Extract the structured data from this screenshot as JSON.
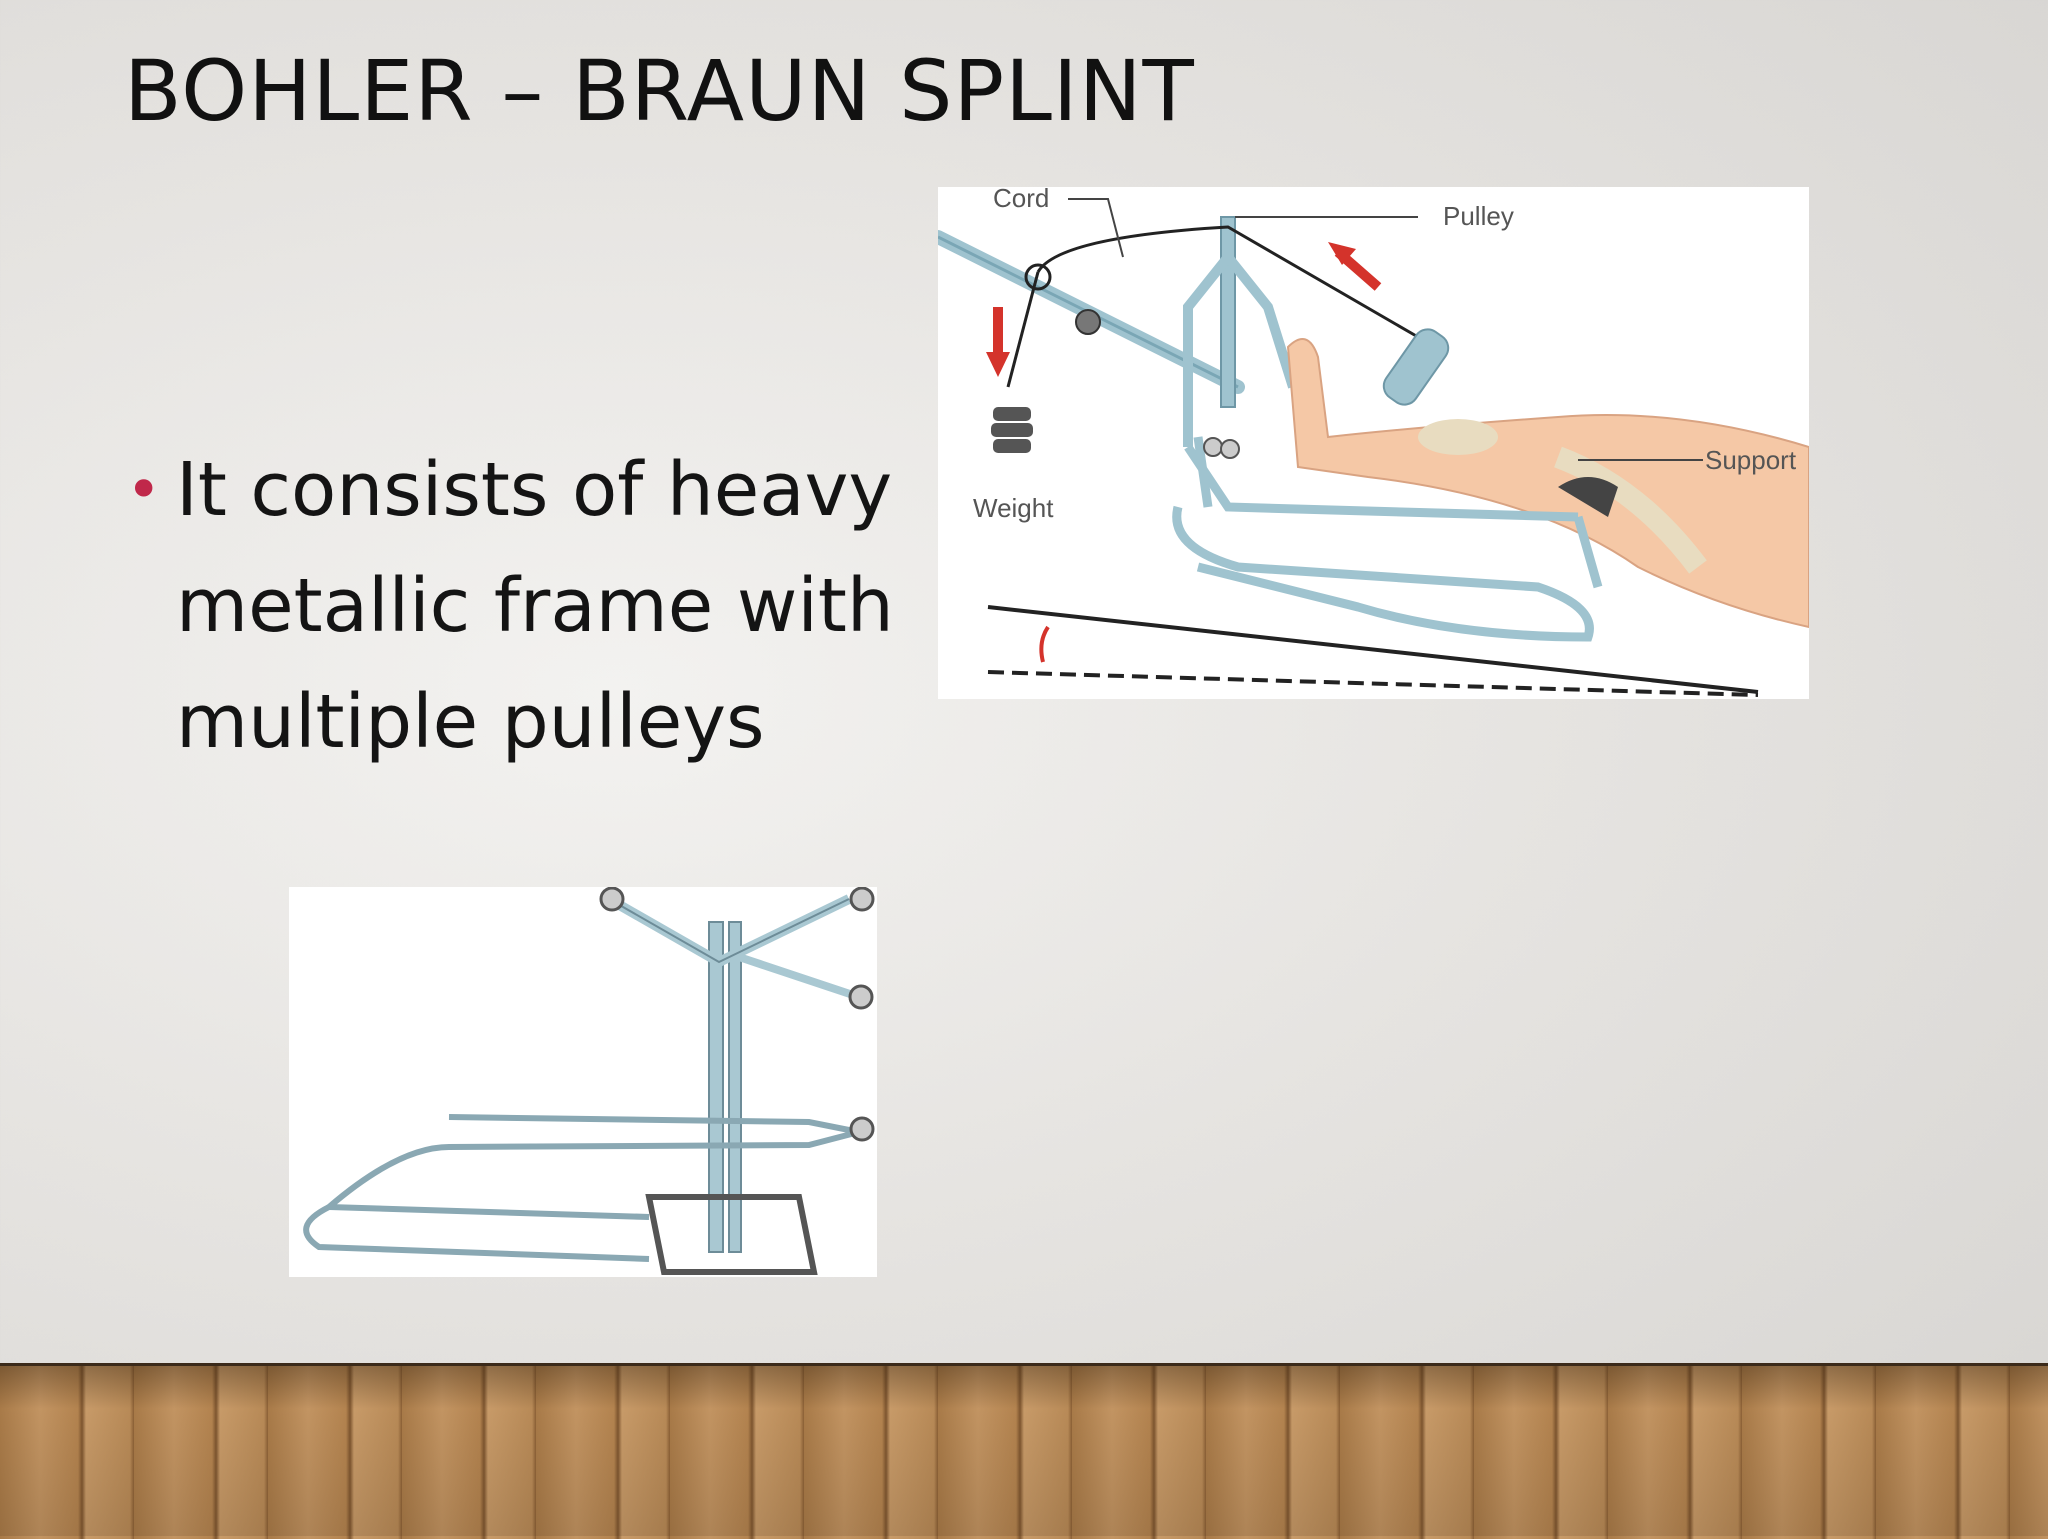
{
  "slide": {
    "title": "BOHLER – BRAUN SPLINT",
    "bullets": [
      {
        "lines": [
          "It consists of heavy",
          "metallic frame with",
          "multiple pulleys"
        ]
      }
    ]
  },
  "figure_traction": {
    "labels": {
      "cord": "Cord",
      "pulley": "Pulley",
      "weight": "Weight",
      "support": "Support"
    }
  },
  "colors": {
    "bullet": "#c0284a",
    "frame": "#9fc3cf",
    "arrow": "#d4332b",
    "skin": "#f5c8a6"
  }
}
